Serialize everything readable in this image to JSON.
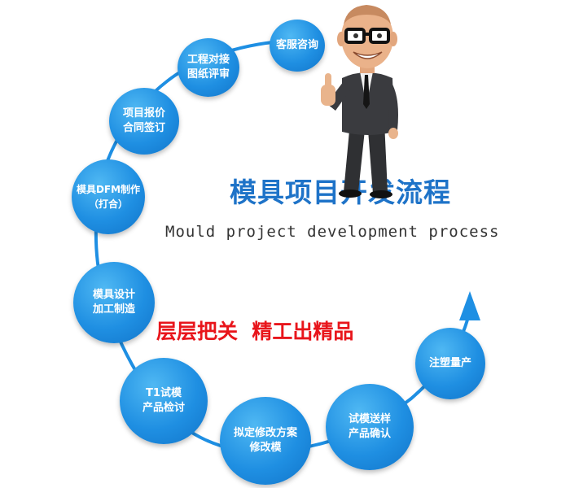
{
  "title_cn": "模具项目开发流程",
  "title_en": "Mould project development process",
  "slogan": "层层把关  精工出精品",
  "colors": {
    "ring": "#1e8fe3",
    "bubble": "#1f8fe2",
    "title_cn": "#1e73c8",
    "slogan": "#e8151b"
  },
  "steps": [
    {
      "label": "客服咨询"
    },
    {
      "label": "工程对接\n图纸评审"
    },
    {
      "label": "项目报价\n合同签订"
    },
    {
      "label": "模具DFM制作\n（打合）"
    },
    {
      "label": "模具设计\n加工制造"
    },
    {
      "label": "T1试模\n产品检讨"
    },
    {
      "label": "拟定修改方案\n修改模"
    },
    {
      "label": "试模送样\n产品确认"
    },
    {
      "label": "注塑量产"
    }
  ],
  "mascot": {
    "icon": "thumbs-up-businessman-icon"
  }
}
